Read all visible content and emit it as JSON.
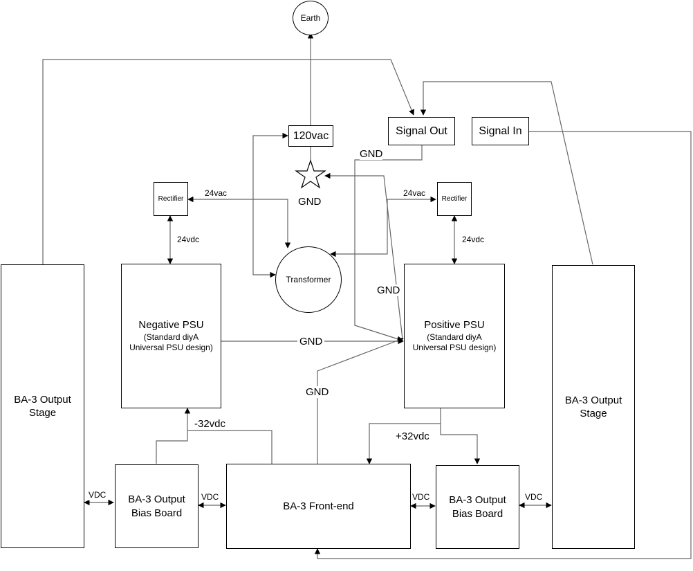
{
  "nodes": {
    "earth": "Earth",
    "ac_120": "120vac",
    "signal_out": "Signal Out",
    "signal_in": "Signal In",
    "rectifier_left": "Rectifier",
    "rectifier_right": "Rectifier",
    "transformer": "Transformer",
    "negative_psu": {
      "title": "Negative PSU",
      "subtitle_1": "(Standard diyA",
      "subtitle_2": "Universal PSU design)"
    },
    "positive_psu": {
      "title": "Positive PSU",
      "subtitle_1": "(Standard diyA",
      "subtitle_2": "Universal PSU design)"
    },
    "output_stage_left": {
      "line_1": "BA-3 Output",
      "line_2": "Stage"
    },
    "output_stage_right": {
      "line_1": "BA-3 Output",
      "line_2": "Stage"
    },
    "bias_board_left": {
      "line_1": "BA-3 Output",
      "line_2": "Bias Board"
    },
    "bias_board_right": {
      "line_1": "BA-3 Output",
      "line_2": "Bias Board"
    },
    "front_end": "BA-3 Front-end"
  },
  "labels": {
    "gnd_star": "GND",
    "gnd_signal": "GND",
    "gnd_right": "GND",
    "gnd_center": "GND",
    "gnd_front": "GND",
    "ac_left": "24vac",
    "ac_right": "24vac",
    "dc_left": "24vdc",
    "dc_right": "24vdc",
    "neg_rail": "-32vdc",
    "pos_rail": "+32vdc",
    "vdc_1": "VDC",
    "vdc_2": "VDC",
    "vdc_3": "VDC",
    "vdc_4": "VDC"
  }
}
